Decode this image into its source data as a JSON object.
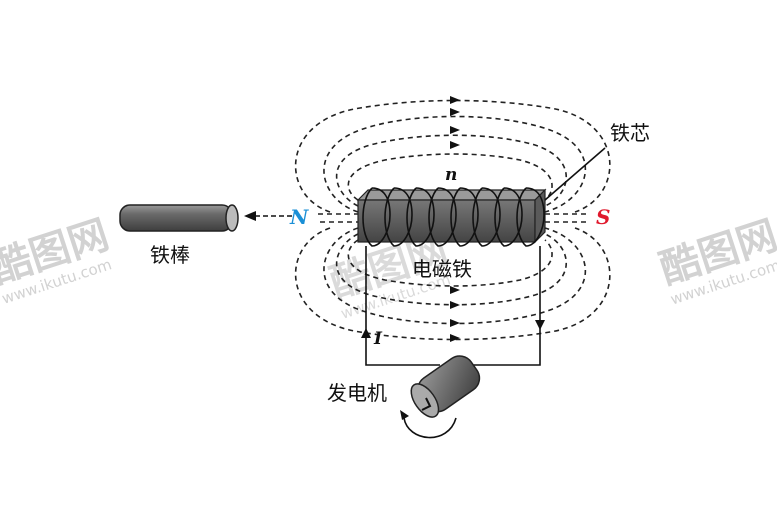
{
  "labels": {
    "iron_core": "铁芯",
    "iron_rod": "铁棒",
    "electromagnet": "电磁铁",
    "generator": "发电机",
    "north_pole": "N",
    "south_pole": "S",
    "turns": "n",
    "current": "I"
  },
  "colors": {
    "north": "#1a8fd6",
    "south": "#e0192d",
    "ink": "#111111",
    "core_dark": "#555555",
    "core_light": "#8a8a8a",
    "watermark": "#d2d2d2"
  },
  "watermark": {
    "logo": "酷图网",
    "url": "www.ikutu.com"
  }
}
